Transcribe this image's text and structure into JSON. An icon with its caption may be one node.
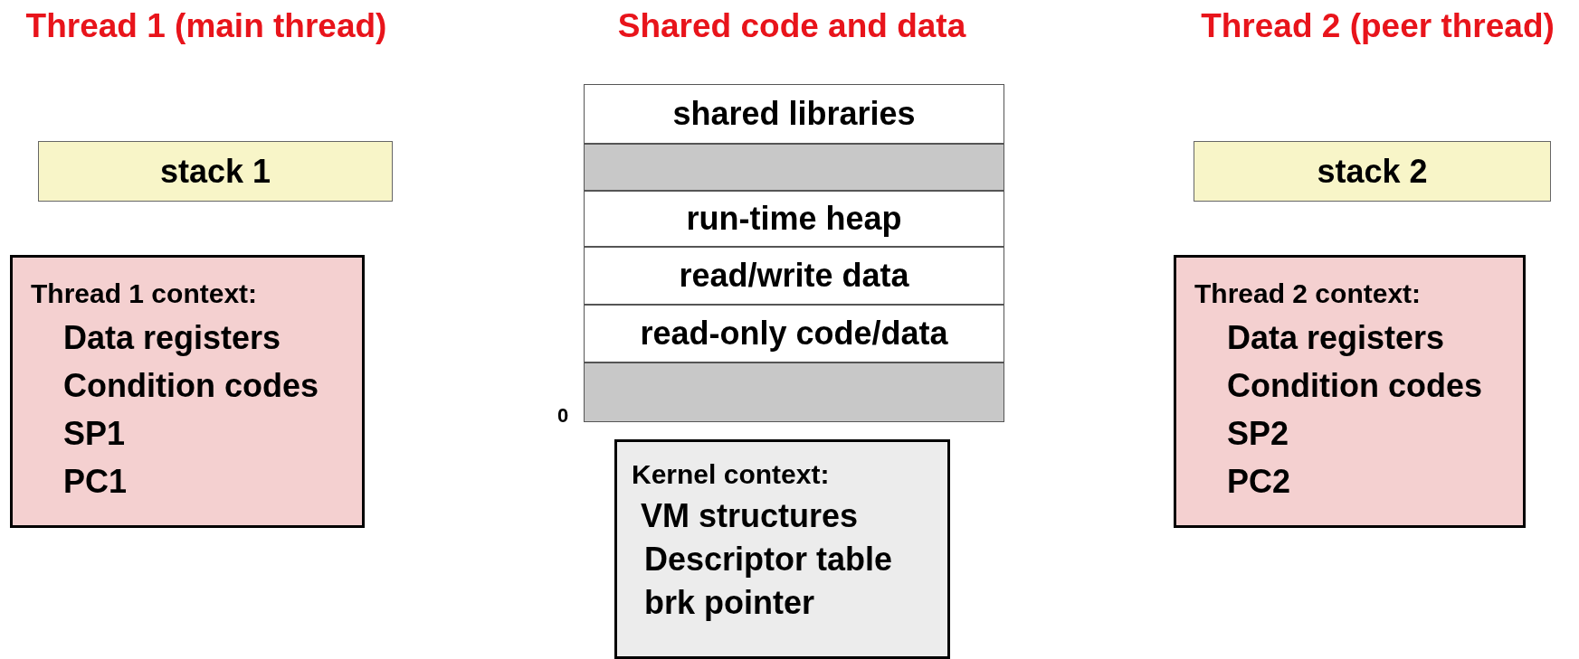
{
  "diagram": {
    "nodes": [
      {
        "text": [
          "stack 1"
        ]
      },
      {
        "text": [
          "Thread 1 context:",
          "Data registers",
          "Condition codes",
          "SP1",
          "PC1"
        ]
      },
      {
        "text": [
          "shared libraries"
        ]
      },
      {
        "text": [],
        "shape": "box"
      },
      {
        "text": [
          "run-time heap"
        ]
      },
      {
        "text": [
          "read/write data"
        ]
      },
      {
        "text": [
          "read-only code/data"
        ]
      },
      {
        "text": [],
        "shape": "box"
      },
      {
        "text": [
          "Kernel context:",
          "VM structures",
          "Descriptor table",
          "brk pointer"
        ]
      },
      {
        "text": [
          "stack 2"
        ]
      },
      {
        "text": [
          "Thread 2 context:",
          "Data registers",
          "Condition codes",
          "SP2",
          "PC2"
        ]
      }
    ],
    "edges": [],
    "labels": [
      "Thread 1 (main thread)",
      "Shared code and data",
      "Thread 2 (peer thread)",
      "0"
    ]
  }
}
